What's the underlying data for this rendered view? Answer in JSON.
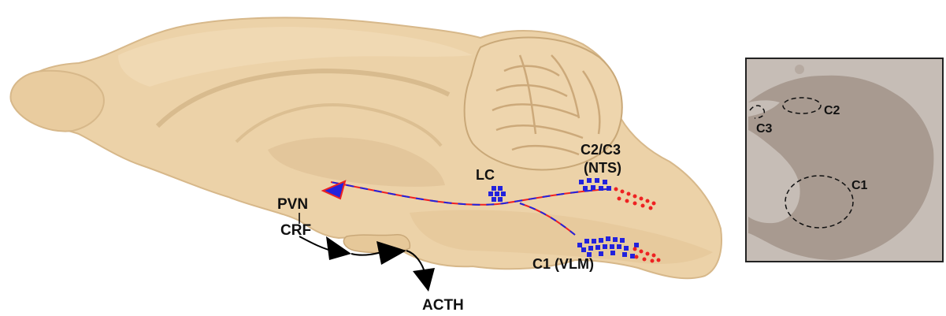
{
  "brain_labels": {
    "pvn": "PVN",
    "crf": "CRF",
    "acth": "ACTH",
    "lc": "LC",
    "c2c3_line1": "C2/C3",
    "c2c3_line2": "(NTS)",
    "c1_vlm": "C1 (VLM)"
  },
  "section_labels": {
    "c2": "C2",
    "c3": "C3",
    "c1": "C1"
  },
  "colors": {
    "brain_tissue": "#ecd2a8",
    "brain_shadow": "#c9a878",
    "neuron_blue": "#2222dd",
    "neuron_red": "#ee2222",
    "arrow_black": "#000000",
    "section_bg": "#c6bdb6",
    "section_tissue": "#a2948a",
    "panel_border": "#222222"
  }
}
